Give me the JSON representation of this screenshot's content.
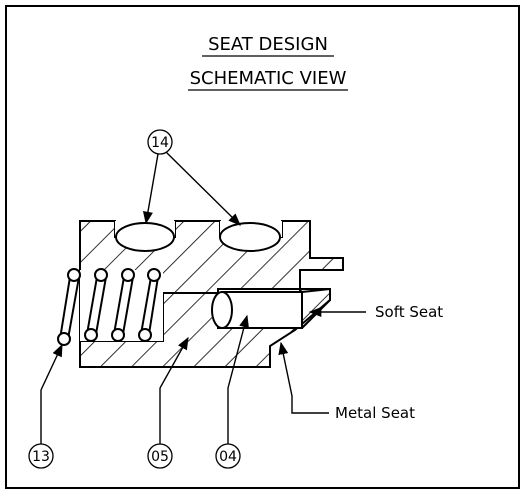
{
  "title": {
    "line1": "SEAT DESIGN",
    "line2": "SCHEMATIC VIEW"
  },
  "callouts": {
    "c14": "14",
    "c13": "13",
    "c05": "05",
    "c04": "04"
  },
  "labels": {
    "soft_seat": "Soft Seat",
    "metal_seat": "Metal Seat"
  }
}
